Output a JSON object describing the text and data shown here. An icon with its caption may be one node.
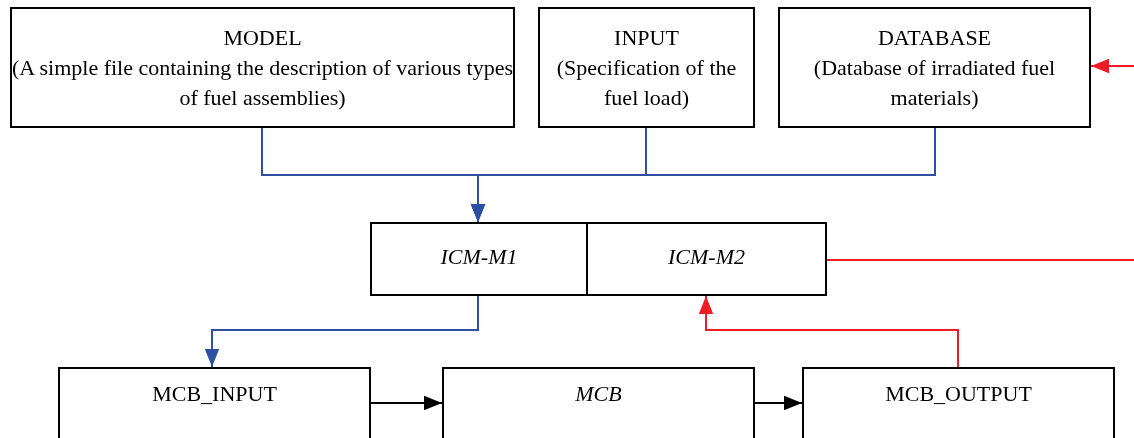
{
  "diagram": {
    "nodes": [
      {
        "text": [
          "MODEL",
          "(A simple file containing the description of various types of fuel assemblies)"
        ]
      },
      {
        "text": [
          "INPUT",
          "(Specification of the fuel load)"
        ]
      },
      {
        "text": [
          "DATABASE",
          "(Database of irradiated fuel materials)"
        ]
      },
      {
        "text": [
          "ICM-M1"
        ]
      },
      {
        "text": [
          "ICM-M2"
        ]
      },
      {
        "text": [
          "MCB_INPUT"
        ]
      },
      {
        "text": [
          "MCB"
        ]
      },
      {
        "text": [
          "MCB_OUTPUT"
        ]
      }
    ],
    "edges": [
      {
        "from": 0,
        "to": 3,
        "arrow": "to"
      },
      {
        "from": 1,
        "to": 3,
        "arrow": "to"
      },
      {
        "from": 2,
        "to": 3,
        "arrow": "to"
      },
      {
        "from": 3,
        "to": 5,
        "arrow": "to"
      },
      {
        "from": 7,
        "to": 4,
        "arrow": "to",
        "color": "#ee1c24"
      },
      {
        "from": 4,
        "to": null,
        "arrow": "none",
        "color": "#ee1c24"
      },
      {
        "from": null,
        "to": 2,
        "arrow": "to",
        "color": "#ee1c24"
      },
      {
        "from": 5,
        "to": 6,
        "arrow": "to",
        "color": "#000000"
      },
      {
        "from": 6,
        "to": 7,
        "arrow": "to",
        "color": "#000000"
      }
    ]
  }
}
